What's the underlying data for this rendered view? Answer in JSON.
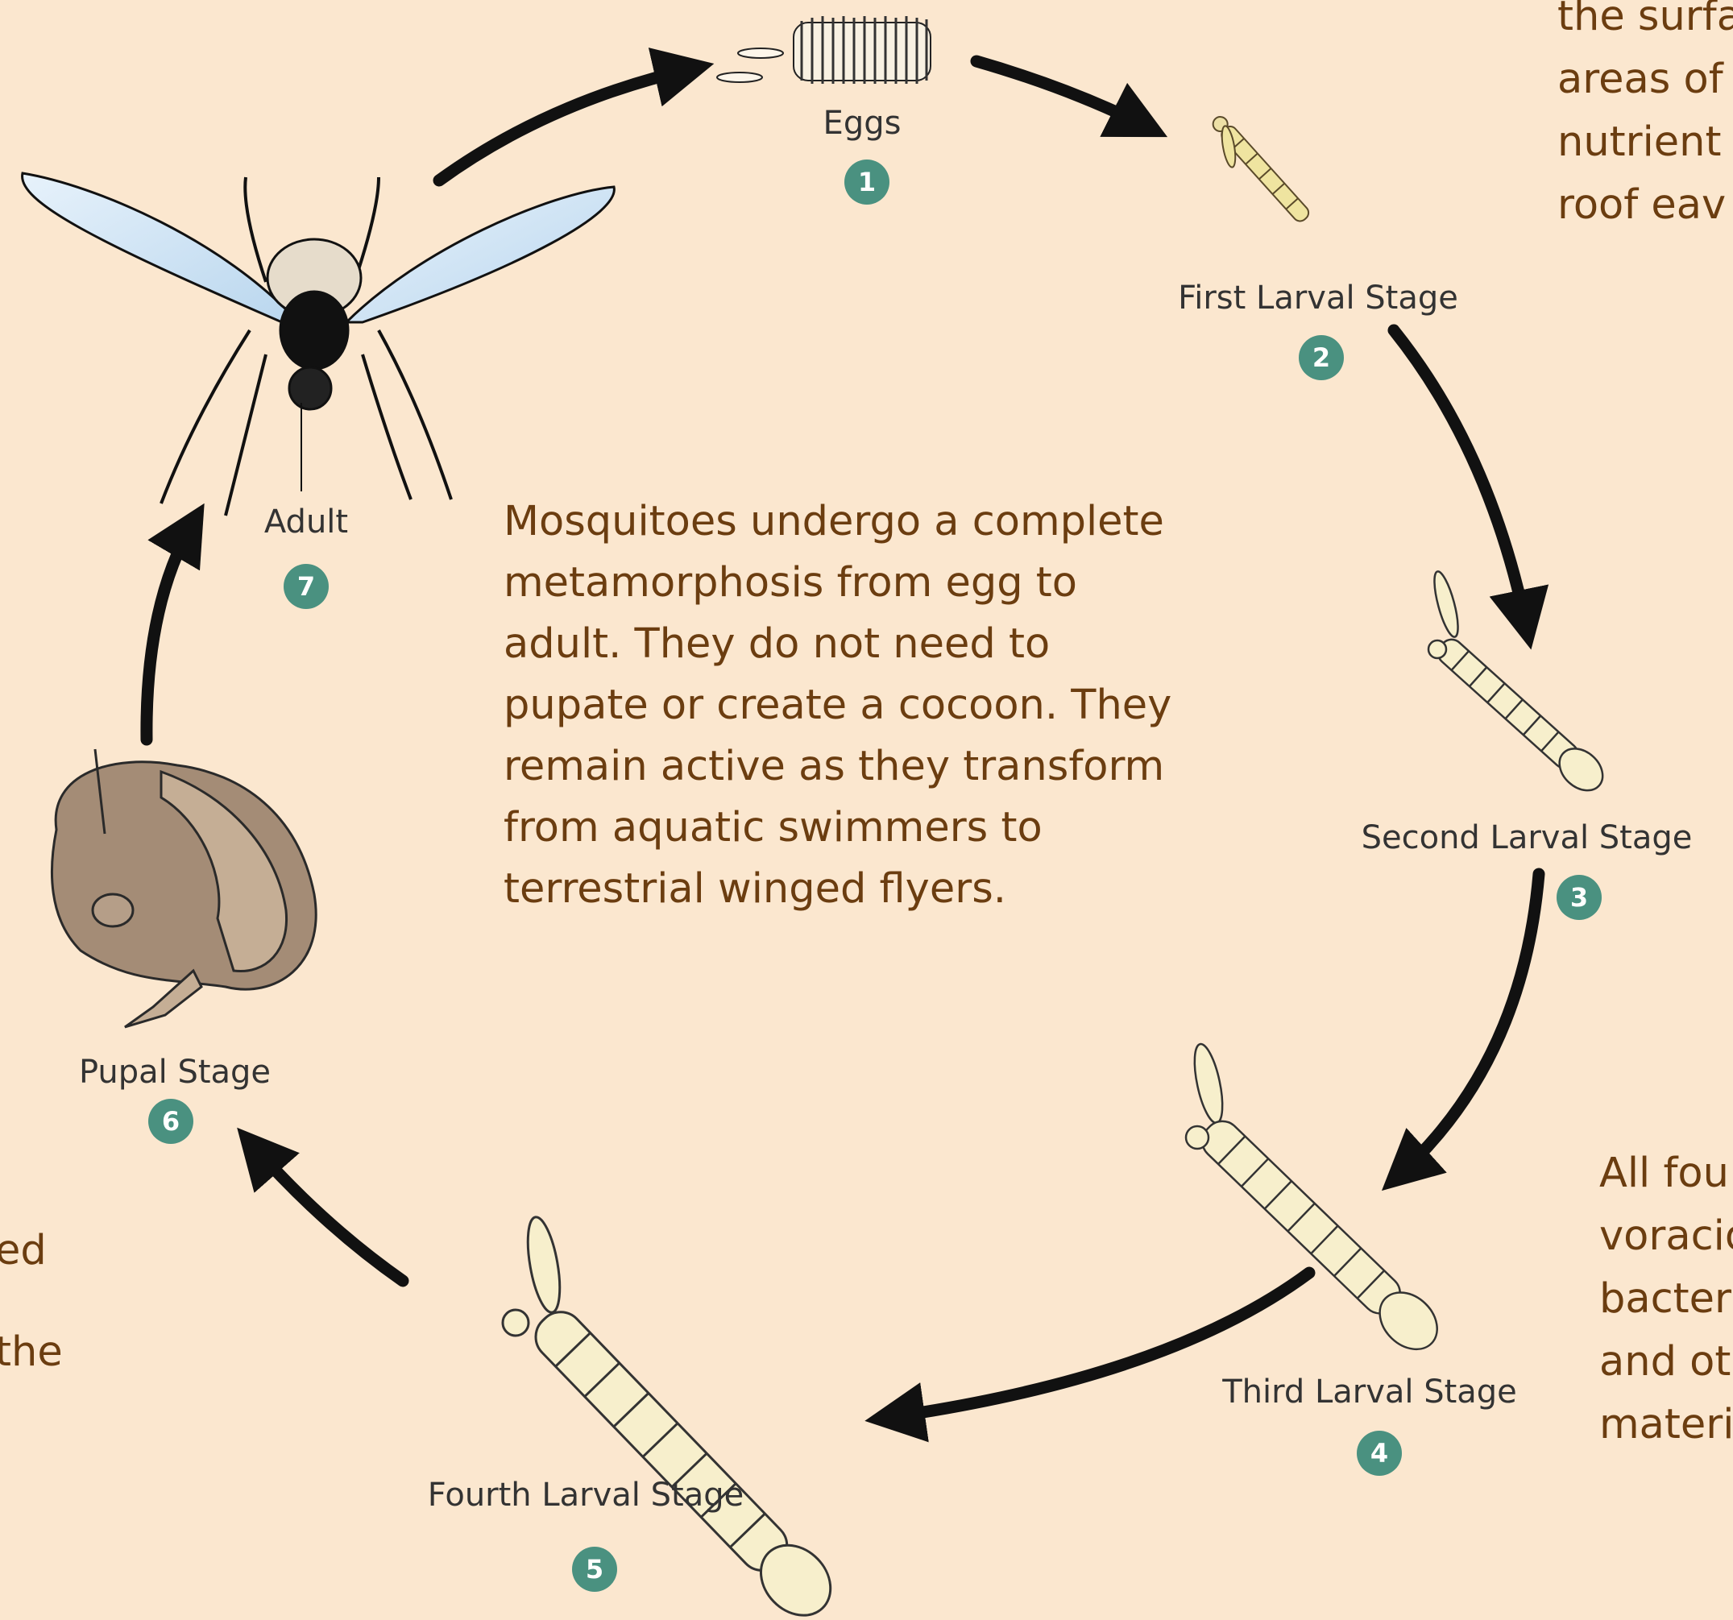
{
  "colors": {
    "background": "#fbe7cf",
    "badge": "#4a9180",
    "text": "#6b3d10",
    "arrow": "#111111"
  },
  "stages": [
    {
      "name": "Eggs",
      "number": "1"
    },
    {
      "name": "First Larval Stage",
      "number": "2"
    },
    {
      "name": "Second Larval Stage",
      "number": "3"
    },
    {
      "name": "Third Larval Stage",
      "number": "4"
    },
    {
      "name": "Fourth Larval Stage",
      "number": "5"
    },
    {
      "name": "Pupal Stage",
      "number": "6"
    },
    {
      "name": "Adult",
      "number": "7"
    }
  ],
  "center_text": "Mosquitoes undergo a complete\nmetamorphosis from egg to\nadult. They do not need to\npupate or create a cocoon. They\nremain active as they transform\nfrom aquatic swimmers to\nterrestrial winged flyers.",
  "fragments": {
    "top_right": "the surfa\nareas of \nnutrient\nroof eav",
    "bottom_right": "All fou\nvoracio\nbacter\nand ot\nmateri",
    "bottom_left_1": "ed",
    "bottom_left_2": "the"
  }
}
